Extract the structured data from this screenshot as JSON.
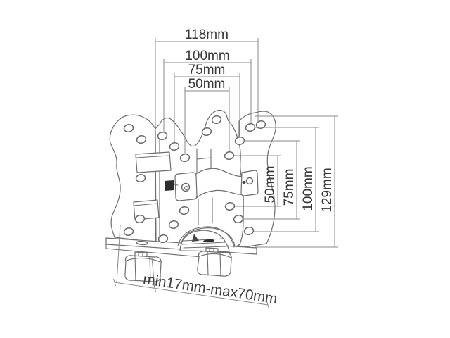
{
  "diagram": {
    "type": "technical-drawing",
    "subject": "VESA adapter bracket with adjustable clamp, isometric dimension drawing",
    "background_color": "#ffffff",
    "line_color": "#6e6e6e",
    "dim_line_color": "#8a8a8a",
    "text_color": "#383838",
    "dims_top": [
      {
        "label": "118mm",
        "value_mm": 118
      },
      {
        "label": "100mm",
        "value_mm": 100
      },
      {
        "label": "75mm",
        "value_mm": 75
      },
      {
        "label": "50mm",
        "value_mm": 50
      }
    ],
    "dims_right": [
      {
        "label": "50mm",
        "value_mm": 50
      },
      {
        "label": "75mm",
        "value_mm": 75
      },
      {
        "label": "100mm",
        "value_mm": 100
      },
      {
        "label": "129mm",
        "value_mm": 129
      }
    ],
    "dim_bottom": {
      "label": "min17mm-max70mm",
      "min_mm": 17,
      "max_mm": 70
    }
  }
}
